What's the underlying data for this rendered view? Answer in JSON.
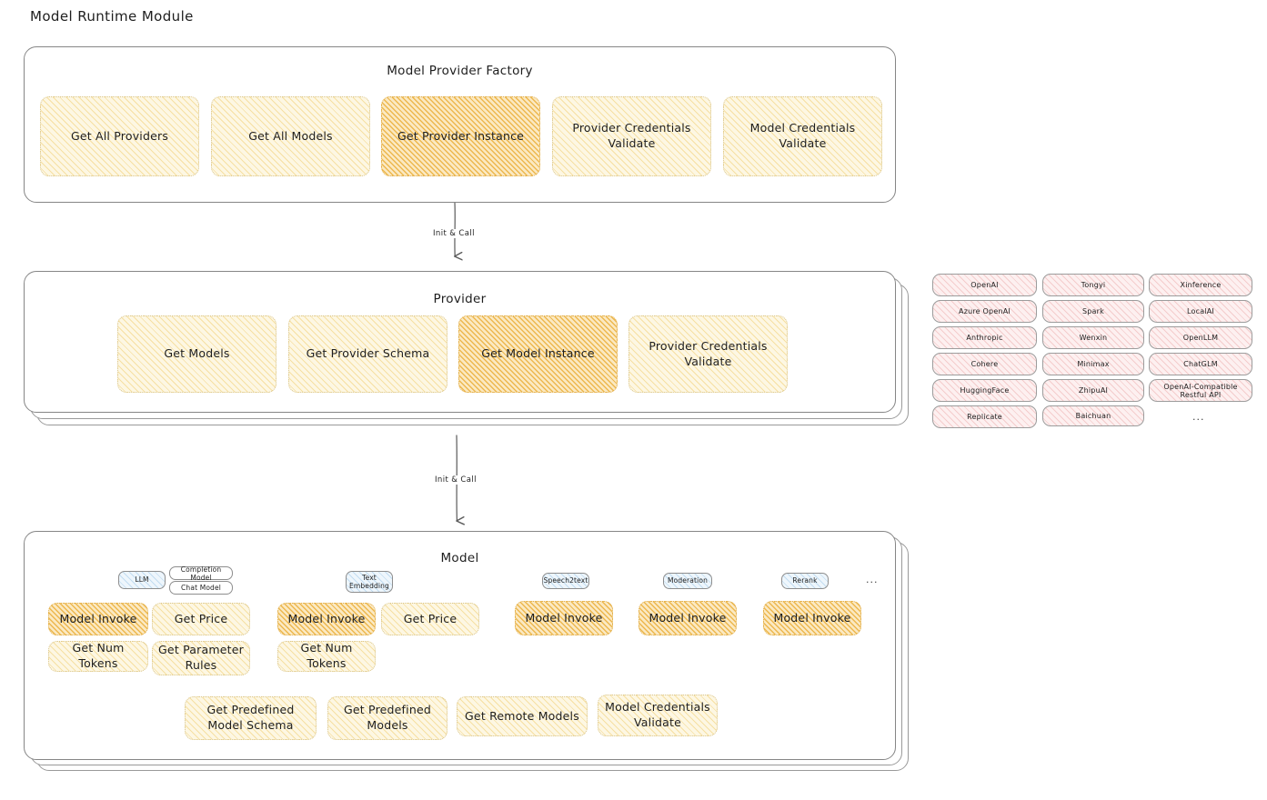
{
  "page": {
    "title": "Model Runtime Module"
  },
  "colors": {
    "highlight_fill": "#e8a828",
    "normal_fill": "#f0cd6e",
    "provider_chip_fill": "#e8a0a0",
    "model_type_chip_fill": "#96c3e6",
    "stroke": "#868686",
    "text": "#1e1e1e",
    "background": "#ffffff"
  },
  "factory": {
    "title": "Model Provider Factory",
    "boxes": [
      {
        "label": "Get All Providers",
        "highlighted": false
      },
      {
        "label": "Get All Models",
        "highlighted": false
      },
      {
        "label": "Get Provider Instance",
        "highlighted": true
      },
      {
        "label": "Provider Credentials Validate",
        "highlighted": false
      },
      {
        "label": "Model Credentials Validate",
        "highlighted": false
      }
    ]
  },
  "arrows": [
    {
      "label": "Init & Call",
      "from": "Model Provider Factory",
      "to": "Provider"
    },
    {
      "label": "Init & Call",
      "from": "Provider",
      "to": "Model"
    }
  ],
  "provider": {
    "title": "Provider",
    "boxes": [
      {
        "label": "Get Models",
        "highlighted": false
      },
      {
        "label": "Get Provider Schema",
        "highlighted": false
      },
      {
        "label": "Get Model Instance",
        "highlighted": true
      },
      {
        "label": "Provider Credentials Validate",
        "highlighted": false
      }
    ]
  },
  "provider_list": {
    "ellipsis": "...",
    "columns": [
      {
        "items": [
          "OpenAI",
          "Azure OpenAI",
          "Anthropic",
          "Cohere",
          "HuggingFace",
          "Replicate"
        ]
      },
      {
        "items": [
          "Tongyi",
          "Spark",
          "Wenxin",
          "Minimax",
          "ZhipuAI",
          "Baichuan"
        ]
      },
      {
        "items": [
          "Xinference",
          "LocalAI",
          "OpenLLM",
          "ChatGLM",
          "OpenAI-Compatible Restful API"
        ]
      }
    ]
  },
  "model": {
    "title": "Model",
    "ellipsis": "...",
    "types": [
      {
        "chip": "LLM",
        "subchips": [
          "Completion Model",
          "Chat Model"
        ],
        "methods": [
          {
            "label": "Model Invoke",
            "highlighted": true
          },
          {
            "label": "Get Price",
            "highlighted": false
          },
          {
            "label": "Get Num Tokens",
            "highlighted": false
          },
          {
            "label": "Get Parameter Rules",
            "highlighted": false
          }
        ]
      },
      {
        "chip": "Text Embedding",
        "subchips": [],
        "methods": [
          {
            "label": "Model Invoke",
            "highlighted": true
          },
          {
            "label": "Get Price",
            "highlighted": false
          },
          {
            "label": "Get Num Tokens",
            "highlighted": false
          }
        ]
      },
      {
        "chip": "Speech2text",
        "subchips": [],
        "methods": [
          {
            "label": "Model Invoke",
            "highlighted": true
          }
        ]
      },
      {
        "chip": "Moderation",
        "subchips": [],
        "methods": [
          {
            "label": "Model Invoke",
            "highlighted": true
          }
        ]
      },
      {
        "chip": "Rerank",
        "subchips": [],
        "methods": [
          {
            "label": "Model Invoke",
            "highlighted": true
          }
        ]
      }
    ],
    "shared_methods": [
      {
        "label": "Get Predefined Model Schema"
      },
      {
        "label": "Get Predefined Models"
      },
      {
        "label": "Get Remote Models"
      },
      {
        "label": "Model Credentials Validate"
      }
    ]
  }
}
